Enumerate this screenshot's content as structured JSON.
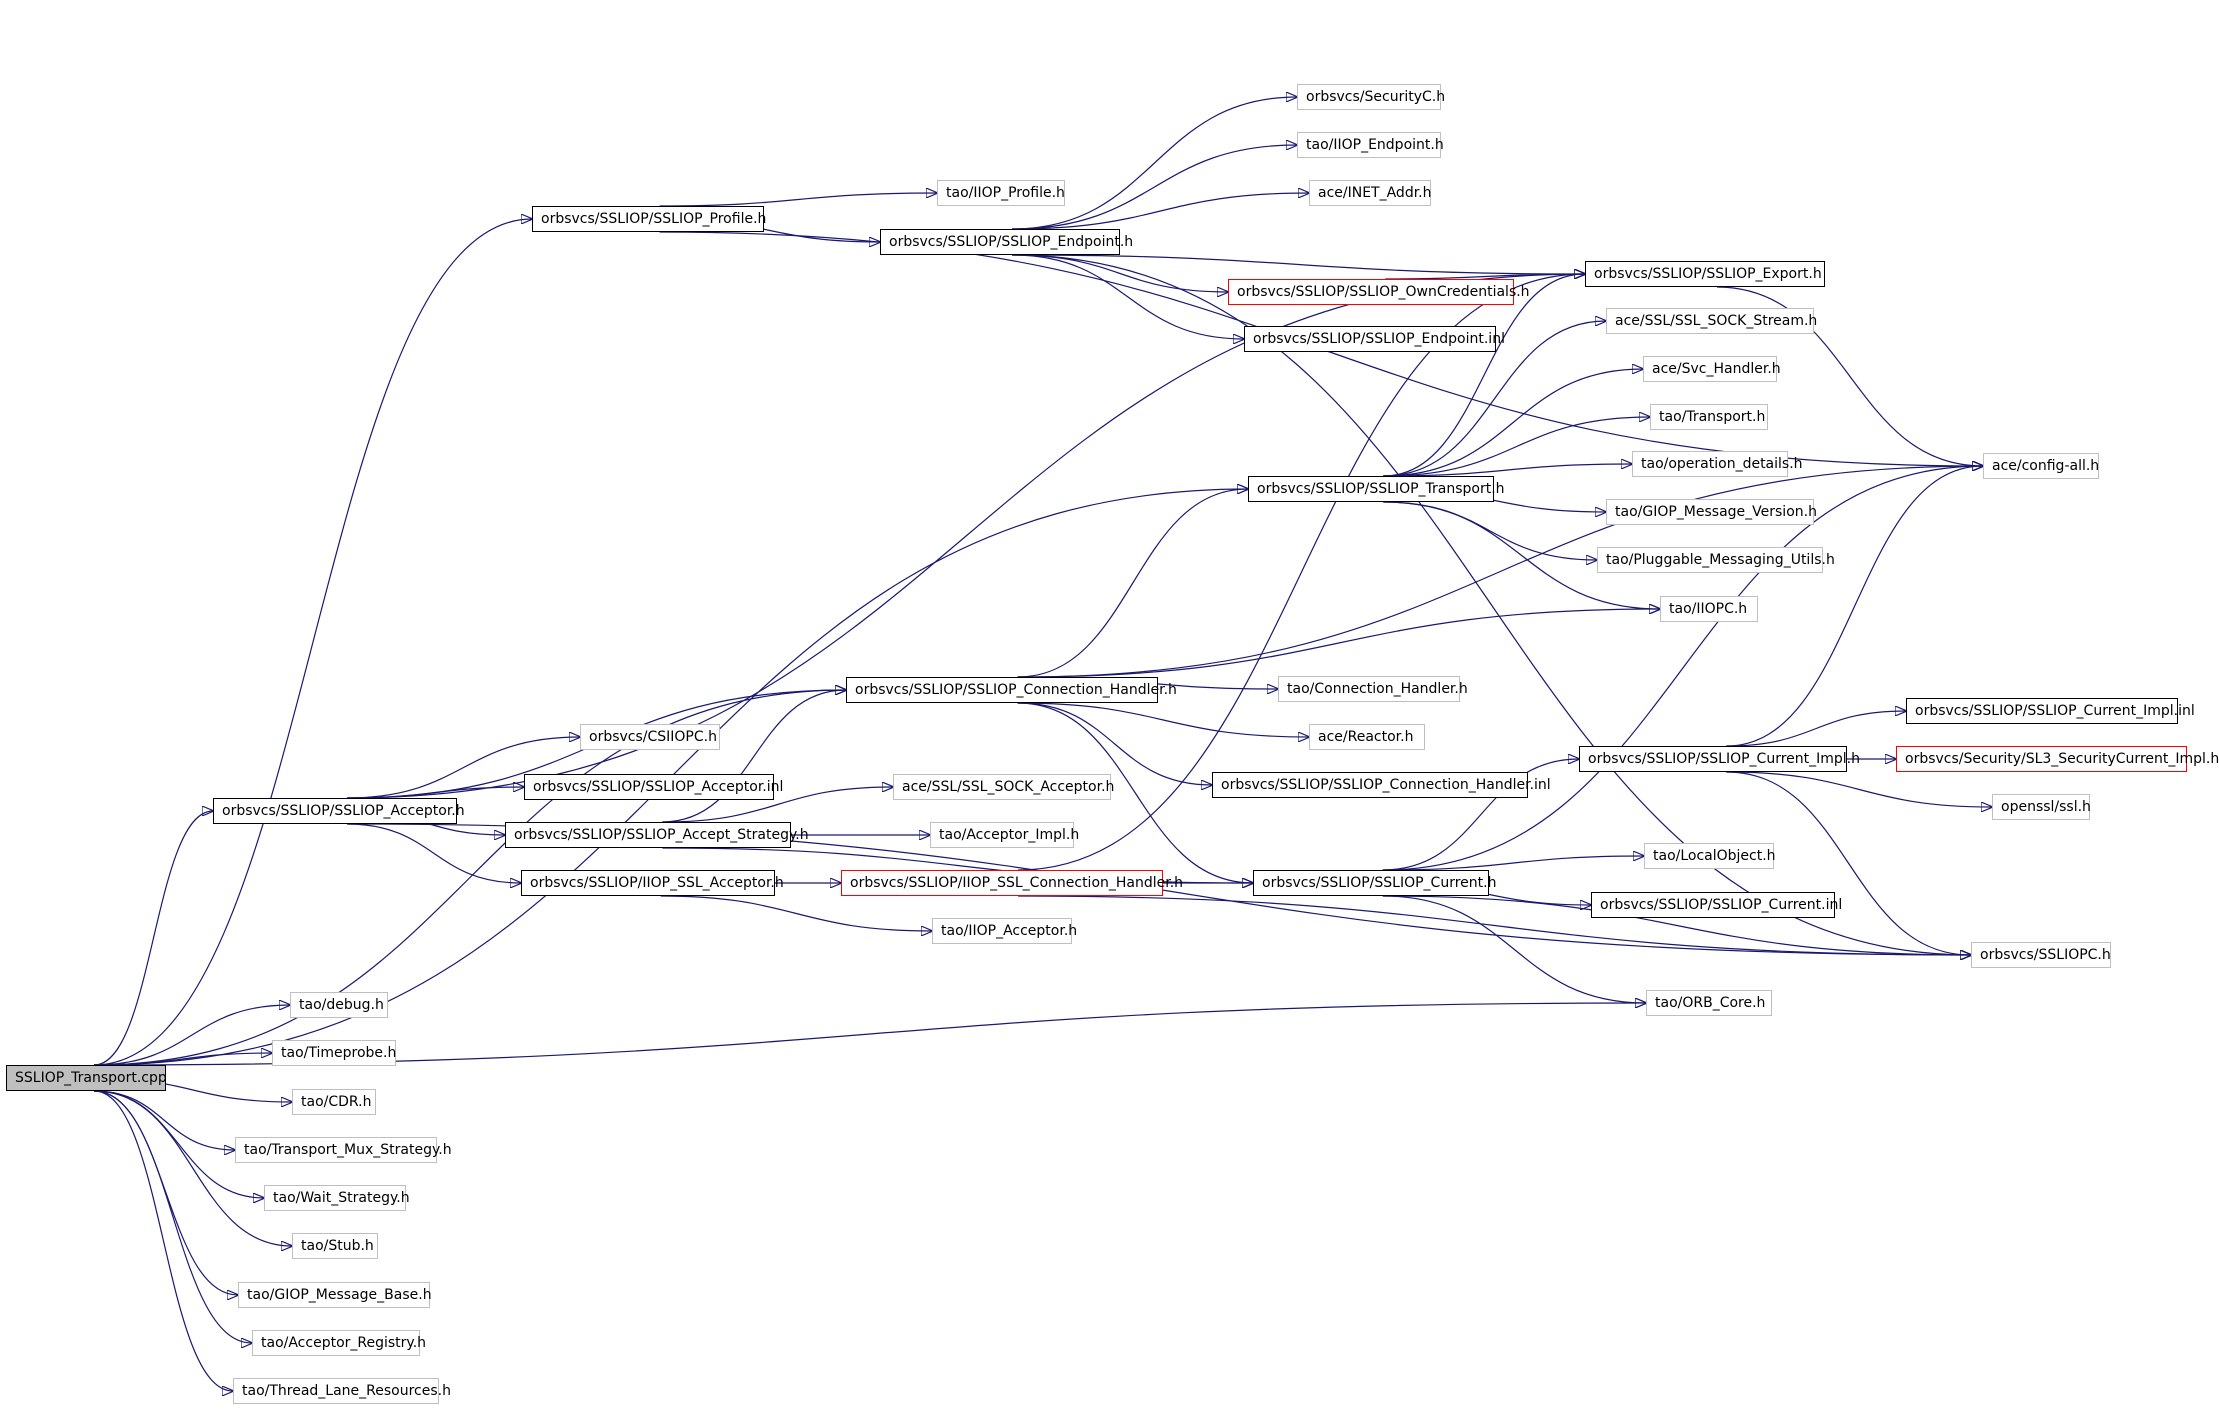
{
  "colors": {
    "edge": "#191970",
    "root_fill": "#bfbfbf",
    "external_border": "#bfbfbf",
    "doc_border": "#000000",
    "truncated_border": "#ff0000"
  },
  "nodes": {
    "n0": {
      "label": "SSLIOP_Transport.cpp",
      "kind": "root"
    },
    "n1": {
      "label": "orbsvcs/SSLIOP/SSLIOP_Profile.h",
      "kind": "documented"
    },
    "n2": {
      "label": "tao/IIOP_Profile.h",
      "kind": "external"
    },
    "n3": {
      "label": "orbsvcs/SSLIOP/SSLIOP_Endpoint.h",
      "kind": "documented"
    },
    "n4": {
      "label": "orbsvcs/SecurityC.h",
      "kind": "external"
    },
    "n5": {
      "label": "tao/IIOP_Endpoint.h",
      "kind": "external"
    },
    "n6": {
      "label": "ace/INET_Addr.h",
      "kind": "external"
    },
    "n7": {
      "label": "orbsvcs/SSLIOP/SSLIOP_OwnCredentials.h",
      "kind": "truncated"
    },
    "n8": {
      "label": "orbsvcs/SSLIOP/SSLIOP_Endpoint.inl",
      "kind": "documented"
    },
    "n9": {
      "label": "orbsvcs/SSLIOP/SSLIOP_Export.h",
      "kind": "documented"
    },
    "n10": {
      "label": "ace/SSL/SSL_SOCK_Stream.h",
      "kind": "external"
    },
    "n11": {
      "label": "ace/Svc_Handler.h",
      "kind": "external"
    },
    "n12": {
      "label": "tao/Transport.h",
      "kind": "external"
    },
    "n13": {
      "label": "tao/operation_details.h",
      "kind": "external"
    },
    "n14": {
      "label": "tao/GIOP_Message_Version.h",
      "kind": "external"
    },
    "n15": {
      "label": "tao/Pluggable_Messaging_Utils.h",
      "kind": "external"
    },
    "n16": {
      "label": "tao/IIOPC.h",
      "kind": "external"
    },
    "n17": {
      "label": "orbsvcs/SSLIOP/SSLIOP_Transport.h",
      "kind": "documented"
    },
    "n18": {
      "label": "ace/config-all.h",
      "kind": "external"
    },
    "n19": {
      "label": "orbsvcs/SSLIOP/SSLIOP_Connection_Handler.h",
      "kind": "documented"
    },
    "n20": {
      "label": "tao/Connection_Handler.h",
      "kind": "external"
    },
    "n21": {
      "label": "ace/Reactor.h",
      "kind": "external"
    },
    "n22": {
      "label": "orbsvcs/SSLIOP/SSLIOP_Connection_Handler.inl",
      "kind": "documented"
    },
    "n23": {
      "label": "orbsvcs/CSIIOPC.h",
      "kind": "external"
    },
    "n24": {
      "label": "orbsvcs/SSLIOP/SSLIOP_Acceptor.inl",
      "kind": "documented"
    },
    "n25": {
      "label": "orbsvcs/SSLIOP/SSLIOP_Acceptor.h",
      "kind": "documented"
    },
    "n26": {
      "label": "orbsvcs/SSLIOP/SSLIOP_Accept_Strategy.h",
      "kind": "documented"
    },
    "n27": {
      "label": "ace/SSL/SSL_SOCK_Acceptor.h",
      "kind": "external"
    },
    "n28": {
      "label": "tao/Acceptor_Impl.h",
      "kind": "external"
    },
    "n29": {
      "label": "orbsvcs/SSLIOP/IIOP_SSL_Acceptor.h",
      "kind": "documented"
    },
    "n30": {
      "label": "orbsvcs/SSLIOP/IIOP_SSL_Connection_Handler.h",
      "kind": "truncated"
    },
    "n31": {
      "label": "tao/IIOP_Acceptor.h",
      "kind": "external"
    },
    "n32": {
      "label": "orbsvcs/SSLIOP/SSLIOP_Current.h",
      "kind": "documented"
    },
    "n33": {
      "label": "orbsvcs/SSLIOP/SSLIOP_Current_Impl.h",
      "kind": "documented"
    },
    "n34": {
      "label": "orbsvcs/SSLIOP/SSLIOP_Current_Impl.inl",
      "kind": "documented"
    },
    "n35": {
      "label": "orbsvcs/Security/SL3_SecurityCurrent_Impl.h",
      "kind": "truncated"
    },
    "n36": {
      "label": "openssl/ssl.h",
      "kind": "external"
    },
    "n37": {
      "label": "tao/LocalObject.h",
      "kind": "external"
    },
    "n38": {
      "label": "orbsvcs/SSLIOP/SSLIOP_Current.inl",
      "kind": "documented"
    },
    "n39": {
      "label": "orbsvcs/SSLIOPC.h",
      "kind": "external"
    },
    "n40": {
      "label": "tao/ORB_Core.h",
      "kind": "external"
    },
    "n41": {
      "label": "tao/debug.h",
      "kind": "external"
    },
    "n42": {
      "label": "tao/Timeprobe.h",
      "kind": "external"
    },
    "n43": {
      "label": "tao/CDR.h",
      "kind": "external"
    },
    "n44": {
      "label": "tao/Transport_Mux_Strategy.h",
      "kind": "external"
    },
    "n45": {
      "label": "tao/Wait_Strategy.h",
      "kind": "external"
    },
    "n46": {
      "label": "tao/Stub.h",
      "kind": "external"
    },
    "n47": {
      "label": "tao/GIOP_Message_Base.h",
      "kind": "external"
    },
    "n48": {
      "label": "tao/Acceptor_Registry.h",
      "kind": "external"
    },
    "n49": {
      "label": "tao/Thread_Lane_Resources.h",
      "kind": "external"
    }
  },
  "edges": [
    [
      "n0",
      "n1"
    ],
    [
      "n0",
      "n25"
    ],
    [
      "n0",
      "n17"
    ],
    [
      "n0",
      "n19"
    ],
    [
      "n0",
      "n40"
    ],
    [
      "n0",
      "n41"
    ],
    [
      "n0",
      "n42"
    ],
    [
      "n0",
      "n43"
    ],
    [
      "n0",
      "n44"
    ],
    [
      "n0",
      "n45"
    ],
    [
      "n0",
      "n46"
    ],
    [
      "n0",
      "n47"
    ],
    [
      "n0",
      "n48"
    ],
    [
      "n0",
      "n49"
    ],
    [
      "n1",
      "n2"
    ],
    [
      "n1",
      "n3"
    ],
    [
      "n1",
      "n18"
    ],
    [
      "n3",
      "n4"
    ],
    [
      "n3",
      "n5"
    ],
    [
      "n3",
      "n6"
    ],
    [
      "n3",
      "n7"
    ],
    [
      "n3",
      "n8"
    ],
    [
      "n3",
      "n9"
    ],
    [
      "n3",
      "n39"
    ],
    [
      "n7",
      "n9"
    ],
    [
      "n9",
      "n18"
    ],
    [
      "n17",
      "n9"
    ],
    [
      "n17",
      "n10"
    ],
    [
      "n17",
      "n11"
    ],
    [
      "n17",
      "n12"
    ],
    [
      "n17",
      "n13"
    ],
    [
      "n17",
      "n14"
    ],
    [
      "n17",
      "n15"
    ],
    [
      "n17",
      "n16"
    ],
    [
      "n19",
      "n17"
    ],
    [
      "n19",
      "n16"
    ],
    [
      "n19",
      "n18"
    ],
    [
      "n19",
      "n20"
    ],
    [
      "n19",
      "n21"
    ],
    [
      "n19",
      "n22"
    ],
    [
      "n19",
      "n32"
    ],
    [
      "n25",
      "n19"
    ],
    [
      "n25",
      "n23"
    ],
    [
      "n25",
      "n24"
    ],
    [
      "n25",
      "n26"
    ],
    [
      "n25",
      "n29"
    ],
    [
      "n25",
      "n9"
    ],
    [
      "n25",
      "n39"
    ],
    [
      "n26",
      "n19"
    ],
    [
      "n26",
      "n27"
    ],
    [
      "n26",
      "n28"
    ],
    [
      "n26",
      "n32"
    ],
    [
      "n29",
      "n30"
    ],
    [
      "n29",
      "n31"
    ],
    [
      "n30",
      "n32"
    ],
    [
      "n30",
      "n9"
    ],
    [
      "n30",
      "n39"
    ],
    [
      "n32",
      "n33"
    ],
    [
      "n32",
      "n37"
    ],
    [
      "n32",
      "n38"
    ],
    [
      "n32",
      "n39"
    ],
    [
      "n32",
      "n40"
    ],
    [
      "n32",
      "n18"
    ],
    [
      "n33",
      "n34"
    ],
    [
      "n33",
      "n35"
    ],
    [
      "n33",
      "n36"
    ],
    [
      "n33",
      "n39"
    ],
    [
      "n33",
      "n18"
    ]
  ]
}
